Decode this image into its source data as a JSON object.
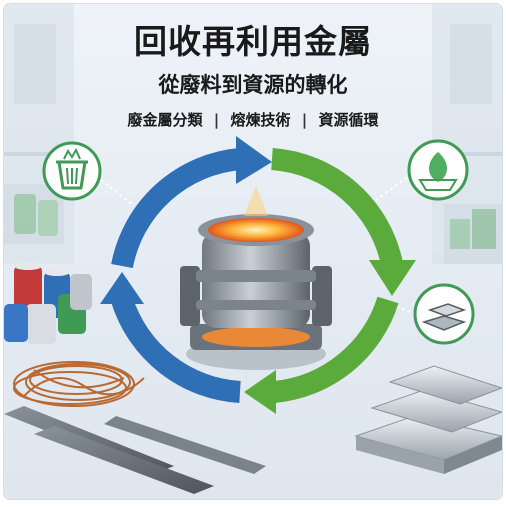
{
  "header": {
    "title": "回收再利用金屬",
    "subtitle": "從廢料到資源的轉化",
    "tags": [
      "廢金屬分類",
      "熔煉技術",
      "資源循環"
    ],
    "separator": "|"
  },
  "icons": {
    "recycle_bin": "recycle-bin-icon",
    "eco_leaf": "eco-leaf-icon",
    "metal_bars": "metal-ingots-icon"
  },
  "colors": {
    "arrow_blue": "#2f6fb5",
    "arrow_green": "#5aab3c",
    "icon_green": "#3f9a55",
    "background": "#e8eef4"
  }
}
